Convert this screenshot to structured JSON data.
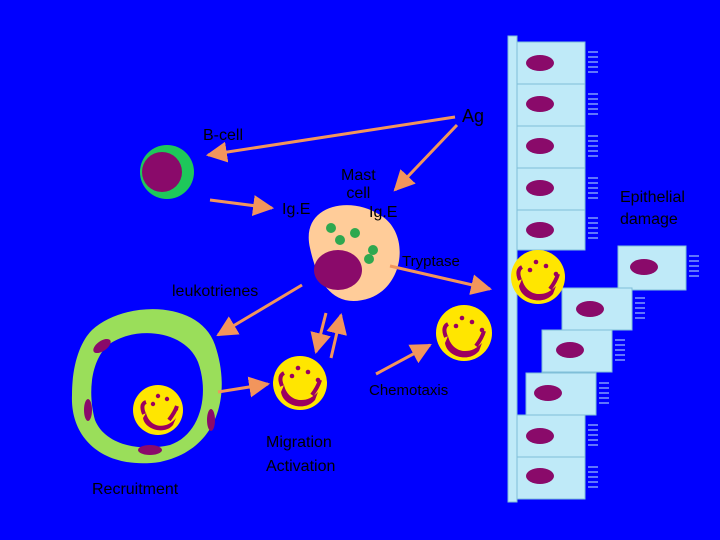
{
  "colors": {
    "background": "#0000ff",
    "arrow": "#f2955c",
    "epithelial_cell": "#bfeaf8",
    "nucleus": "#8a0a6a",
    "eosinophil": "#ffe600",
    "granule": "#9b0060",
    "mast_cell": "#ffcc99",
    "mast_granule": "#2fa84f",
    "vessel": "#9ade5a",
    "b_cell_outer": "#1ec85a",
    "b_cell_inner": "#8a0a6a"
  },
  "labels": {
    "ag": "Ag",
    "b_cell": "B-cell",
    "ige_left": "Ig.E",
    "mast_cell": "Mast\ncell",
    "ige_right": "Ig.E",
    "tryptase": "Tryptase",
    "leukotrienes": "leukotrienes",
    "chemotaxis": "Chemotaxis",
    "migration": "Migration",
    "activation": "Activation",
    "recruitment": "Recruitment",
    "epithelial_line1": "Epithelial",
    "epithelial_line2": "damage"
  }
}
